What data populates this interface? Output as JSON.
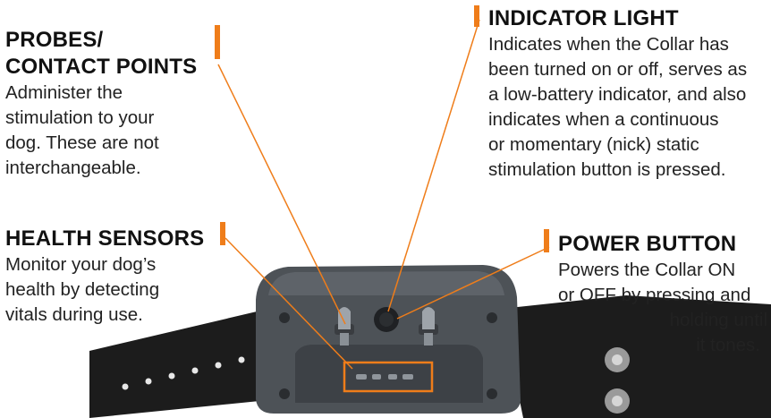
{
  "labels": {
    "probes": {
      "title_line1": "PROBES/",
      "title_line2": "CONTACT POINTS",
      "desc_lines": [
        "Administer the",
        "stimulation to your",
        "dog. These are not",
        "interchangeable."
      ]
    },
    "health": {
      "title": "HEALTH SENSORS",
      "desc_lines": [
        "Monitor your dog’s",
        "health by detecting",
        "vitals during use."
      ]
    },
    "indicator": {
      "title": "INDICATOR LIGHT",
      "desc_lines": [
        "Indicates when the Collar has",
        "been turned on or off, serves as",
        "a low-battery indicator, and also",
        "indicates when a continuous",
        "or momentary (nick) static",
        "stimulation button is pressed."
      ]
    },
    "power": {
      "title": "POWER BUTTON",
      "desc_lines": [
        "Powers the Collar ON",
        "or OFF by pressing and",
        "holding until",
        "it tones."
      ]
    }
  },
  "colors": {
    "accent": "#ef7d1a",
    "collar_body": "#4d5257",
    "strap": "#1c1c1c"
  },
  "icons": {
    "probe": "probe-icon",
    "indicator": "indicator-light-icon",
    "sensor": "health-sensor-icon"
  }
}
